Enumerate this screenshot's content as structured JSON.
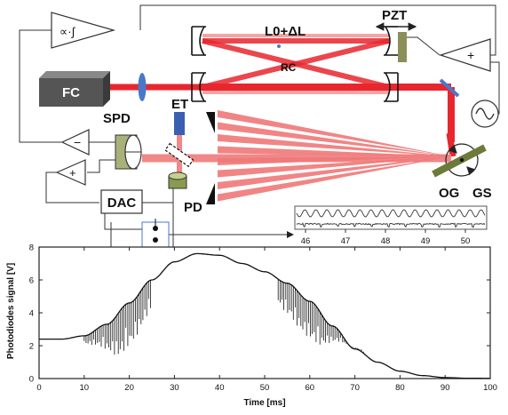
{
  "labels": {
    "integrator": "∝·∫",
    "fc": "FC",
    "cavity_length": "L0+ΔL",
    "rc": "RC",
    "pzt": "PZT",
    "spd": "SPD",
    "et": "ET",
    "pd": "PD",
    "dac": "DAC",
    "og": "OG",
    "gs": "GS",
    "minus": "−",
    "plus": "+"
  },
  "inset": {
    "ticks": [
      "46",
      "47",
      "48",
      "49",
      "50"
    ]
  },
  "colors": {
    "beam": "#e8262e",
    "fan": "#f07878",
    "fc_box": "#555555",
    "pzt": "#8c8f5a",
    "grating": "#6d7a3a",
    "lens": "#4a78c8"
  },
  "chart_data": {
    "type": "line",
    "xlabel": "Time [ms]",
    "ylabel": "Photodiodes signal [V]",
    "xlim": [
      0,
      100
    ],
    "ylim": [
      0,
      8
    ],
    "xticks": [
      0,
      10,
      20,
      30,
      40,
      50,
      60,
      70,
      80,
      90,
      100
    ],
    "yticks": [
      0,
      2,
      4,
      6,
      8
    ],
    "envelope": [
      [
        0,
        2.4
      ],
      [
        5,
        2.4
      ],
      [
        10,
        2.6
      ],
      [
        15,
        3.3
      ],
      [
        20,
        4.6
      ],
      [
        25,
        6.0
      ],
      [
        30,
        7.1
      ],
      [
        35,
        7.6
      ],
      [
        40,
        7.5
      ],
      [
        45,
        7.0
      ],
      [
        50,
        6.5
      ],
      [
        55,
        5.8
      ],
      [
        60,
        4.7
      ],
      [
        65,
        3.2
      ],
      [
        70,
        1.8
      ],
      [
        75,
        1.0
      ],
      [
        80,
        0.45
      ],
      [
        85,
        0.18
      ],
      [
        90,
        0.06
      ],
      [
        95,
        0.02
      ],
      [
        100,
        0.01
      ]
    ],
    "absorption_regions": [
      {
        "from": 10,
        "to": 25,
        "min": 1.3
      },
      {
        "from": 53,
        "to": 72,
        "min": 2.0
      }
    ]
  }
}
